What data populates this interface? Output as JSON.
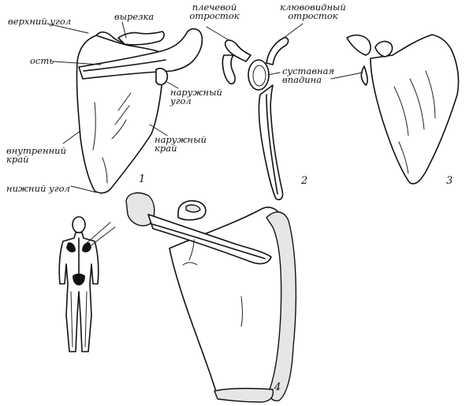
{
  "labels": {
    "upper_angle": "верхний угол",
    "notch": "вырезка",
    "acromion": "плечевой отросток",
    "coracoid": "клювовидный отросток",
    "spine": "ость",
    "glenoid": "суставная впадина",
    "outer_angle": "наружный угол",
    "outer_edge": "наружный край",
    "inner_edge": "внутренний край",
    "lower_angle": "нижний угол"
  },
  "figures": {
    "f1": "1",
    "f2": "2",
    "f3": "3",
    "f4": "4"
  }
}
